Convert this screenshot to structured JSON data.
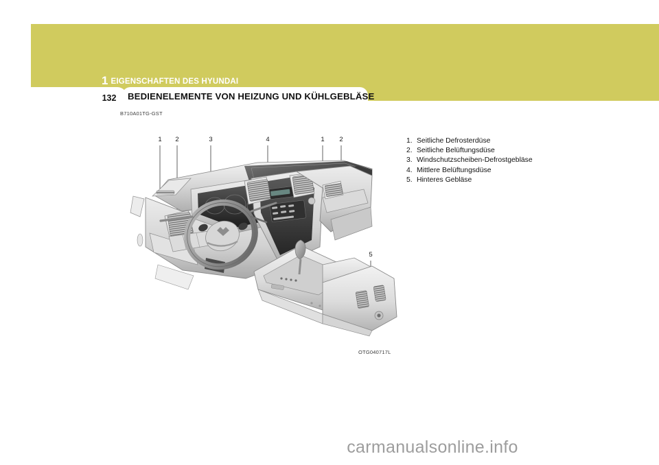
{
  "header": {
    "chapter_number": "1",
    "chapter_name": "EIGENSCHAFTEN DES HYUNDAI",
    "page_number": "132",
    "section_title": "BEDIENELEMENTE VON HEIZUNG UND KÜHLGEBLÄSE",
    "band_color": "#d0cb5e"
  },
  "figure": {
    "code_label": "B710A01TG-GST",
    "caption": "OTG040717L",
    "alt_name": "dashboard-vent-locations-diagram",
    "callouts": [
      {
        "id": "c1l",
        "label": "1"
      },
      {
        "id": "c2l",
        "label": "2"
      },
      {
        "id": "c3",
        "label": "3"
      },
      {
        "id": "c4",
        "label": "4"
      },
      {
        "id": "c1r",
        "label": "1"
      },
      {
        "id": "c2r",
        "label": "2"
      },
      {
        "id": "c5",
        "label": "5"
      }
    ]
  },
  "legend": {
    "items": [
      {
        "index": "1.",
        "text": "Seitliche Defrosterdüse"
      },
      {
        "index": "2.",
        "text": "Seitliche Belüftungsdüse"
      },
      {
        "index": "3.",
        "text": "Windschutzscheiben-Defrostgebläse"
      },
      {
        "index": "4.",
        "text": "Mittlere Belüftungsdüse"
      },
      {
        "index": "5.",
        "text": "Hinteres Gebläse"
      }
    ]
  },
  "watermark": {
    "text": "carmanualsonline.info"
  }
}
